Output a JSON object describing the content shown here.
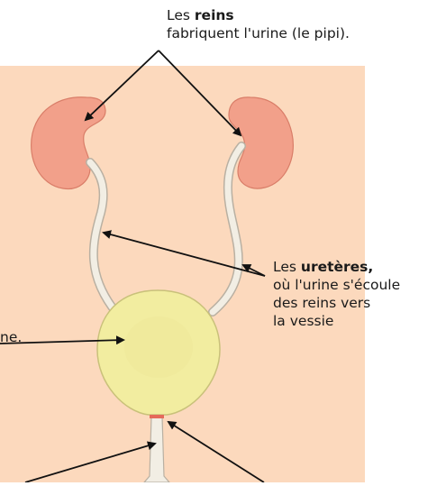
{
  "labels": {
    "reins": {
      "prefix": "Les ",
      "term": "reins",
      "line2": "fabriquent l'urine (le pipi)."
    },
    "ureteres": {
      "prefix": "Les ",
      "term": "uretères,",
      "line2": "où l'urine s'écoule",
      "line3": "des reins vers",
      "line4": "la vessie"
    },
    "vessie_partial": {
      "text": "ne."
    }
  },
  "colors": {
    "background_panel": "#fcd9bd",
    "kidney": "#f2a08a",
    "ureter": "#f2eee4",
    "bladder": "#f2eda0",
    "urethra": "#f2eee4",
    "sphincter": "#e56a5a",
    "arrow": "#111111"
  }
}
